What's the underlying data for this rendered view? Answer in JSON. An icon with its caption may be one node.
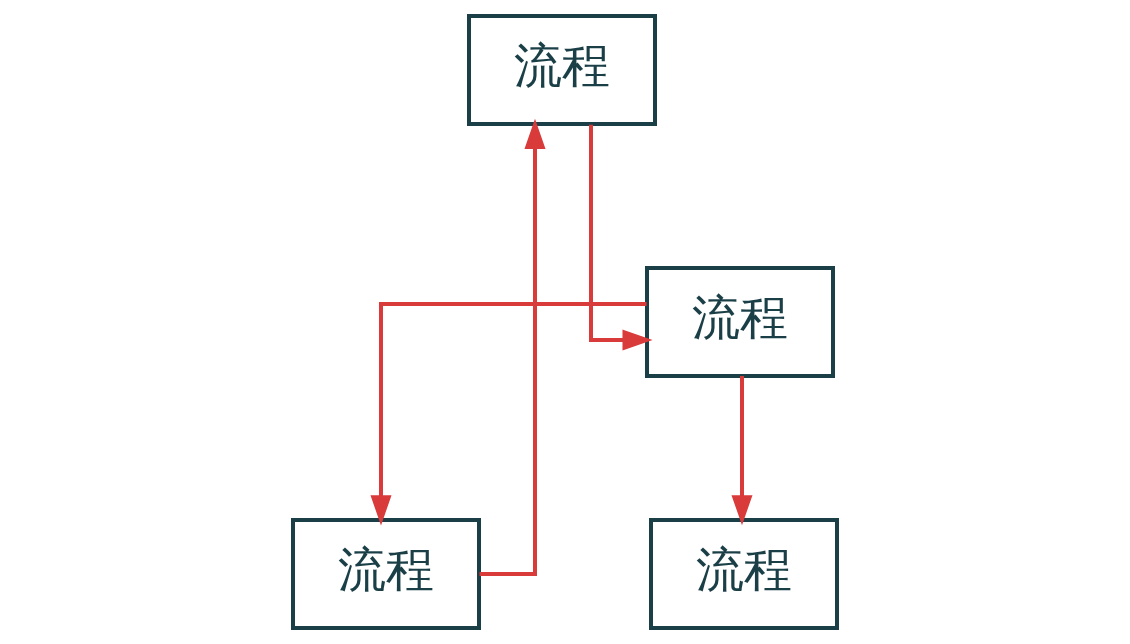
{
  "diagram": {
    "nodes": [
      {
        "text": [
          "流程"
        ]
      },
      {
        "text": [
          "流程"
        ]
      },
      {
        "text": [
          "流程"
        ]
      },
      {
        "text": [
          "流程"
        ]
      }
    ],
    "edges": [
      {
        "from": 0,
        "to": 1,
        "arrow": "to"
      },
      {
        "from": 1,
        "to": 2,
        "arrow": "to"
      },
      {
        "from": 1,
        "to": 3,
        "arrow": "to"
      },
      {
        "from": 2,
        "to": 0,
        "arrow": "to"
      }
    ]
  }
}
